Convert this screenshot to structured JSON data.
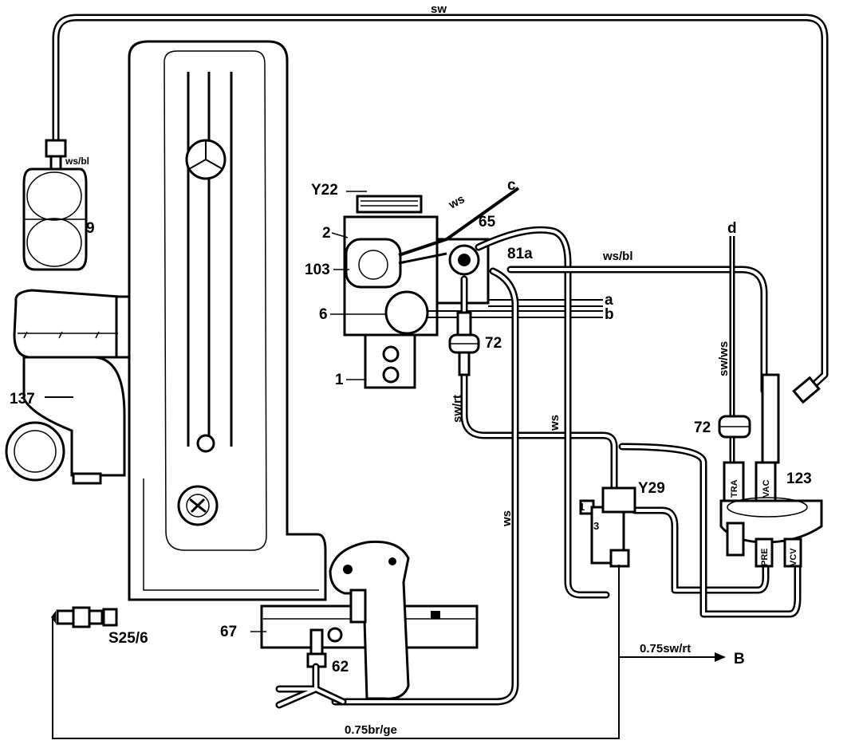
{
  "diagram": {
    "wire_colors": {
      "top_hose": "sw",
      "reservoir_hose": "ws/bl",
      "valve_c_hose": "ws",
      "upper_right_hose": "ws/bl",
      "left_vertical_hose": "sw/rt",
      "center_vertical_hose": "ws",
      "lower_center_hose": "ws",
      "right_vertical_hose": "sw/ws",
      "output_wire": "0.75sw/rt",
      "bottom_wire": "0.75br/ge"
    },
    "labels": {
      "reservoir": "9",
      "y22": "Y22",
      "c": "c",
      "item_2": "2",
      "item_65": "65",
      "item_103": "103",
      "item_81a": "81a",
      "item_a": "a",
      "item_6": "6",
      "item_b": "b",
      "item_72_left": "72",
      "item_1": "1",
      "item_137": "137",
      "item_d": "d",
      "item_72_right": "72",
      "item_123": "123",
      "y29": "Y29",
      "item_67": "67",
      "item_62": "62",
      "s25_6": "S25/6",
      "b_arrow": "B",
      "y29_pin1": "1",
      "y29_pin3": "3",
      "tra": "TRA",
      "vac": "VAC",
      "pre": "PRE",
      "vcv": "VCV"
    }
  }
}
